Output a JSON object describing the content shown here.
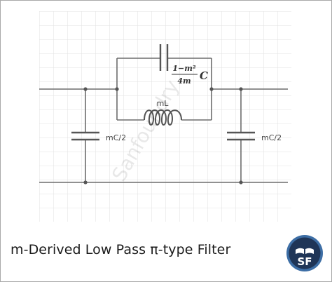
{
  "diagram": {
    "labels": {
      "inductor": "mL",
      "left_capacitor": "mC/2",
      "right_capacitor": "mC/2",
      "series_cap_numerator": "1−m²",
      "series_cap_denominator": "4m",
      "series_cap_symbol": "C"
    },
    "watermark": "Sanfoundry"
  },
  "caption": "m-Derived Low Pass π-type Filter",
  "logo": {
    "text": "SF"
  },
  "colors": {
    "wire": "#6d6d6d",
    "grid": "#e2e2e2",
    "frame": "#a9a9a9",
    "logo_bg": "#1f3557",
    "logo_ring": "#3d6ea5"
  }
}
